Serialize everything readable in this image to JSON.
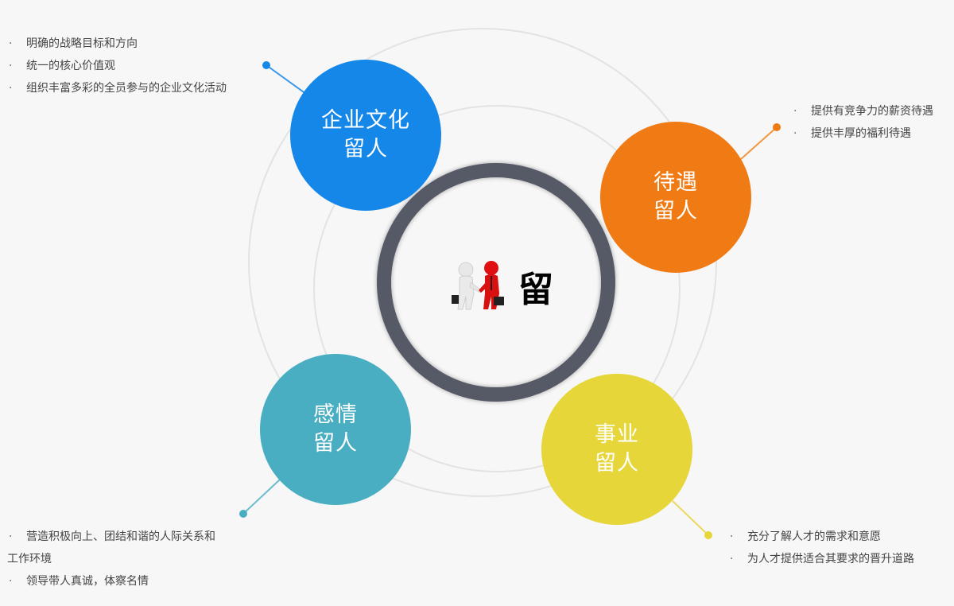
{
  "center": {
    "label": "留",
    "icon": "handshake-people-icon"
  },
  "colors": {
    "background": "#f7f7f7",
    "ring": "#555a66",
    "guide_circle": "#e2e2e2",
    "culture": "#1487e8",
    "treatment": "#f07a14",
    "emotion": "#4aaec2",
    "career": "#e6d63a"
  },
  "nodes": {
    "culture": {
      "line1": "企业文化",
      "line2": "留人"
    },
    "treatment": {
      "line1": "待遇",
      "line2": "留人"
    },
    "emotion": {
      "line1": "感情",
      "line2": "留人"
    },
    "career": {
      "line1": "事业",
      "line2": "留人"
    }
  },
  "bullets": {
    "bullet_char": "·",
    "culture": [
      "明确的战略目标和方向",
      "统一的核心价值观",
      "组织丰富多彩的全员参与的企业文化活动"
    ],
    "treatment": [
      "提供有竞争力的薪资待遇",
      "提供丰厚的福利待遇"
    ],
    "emotion": [
      "营造积极向上、团结和谐的人际关系和",
      "工作环境",
      "领导带人真诚，体察名情"
    ],
    "career": [
      "充分了解人才的需求和意愿",
      "为人才提供适合其要求的晋升道路"
    ]
  }
}
